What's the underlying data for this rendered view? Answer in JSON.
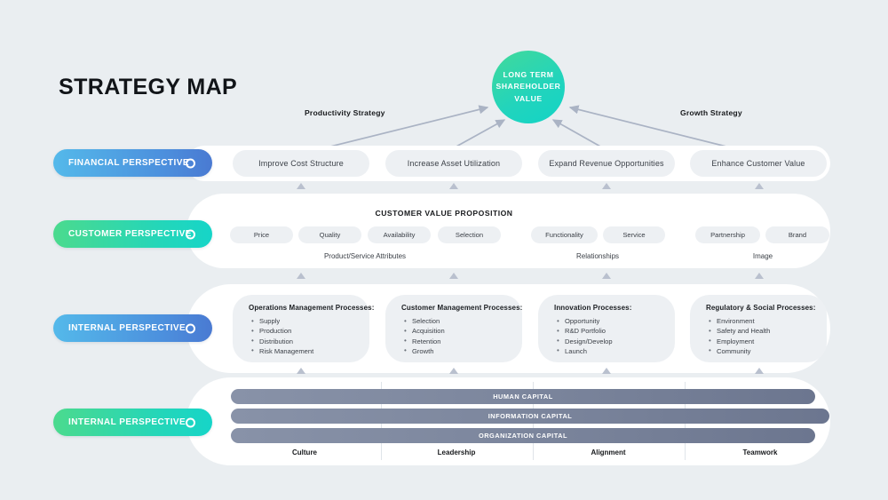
{
  "title": "STRATEGY MAP",
  "theme": {
    "background": "#eaeef1",
    "panel": "#ffffff",
    "chip": "#edf0f3",
    "blue_pill_from": "#54b9ea",
    "blue_pill_to": "#4a7ad2",
    "green_pill_from": "#4bda8e",
    "green_pill_to": "#16d5c8",
    "hub_from": "#42d99a",
    "hub_to": "#12d3c6",
    "bar_from": "#8892a8",
    "bar_to": "#6c768f",
    "arrow": "#aab3c4",
    "triangle": "#b9c0ce"
  },
  "hub": {
    "label": "LONG TERM\nSHAREHOLDER\nVALUE",
    "line1": "LONG TERM",
    "line2": "SHAREHOLDER",
    "line3": "VALUE"
  },
  "strategies": {
    "left": "Productivity Strategy",
    "right": "Growth Strategy"
  },
  "rows": {
    "financial": {
      "perspective_label": "FINANCIAL PERSPECTIVE",
      "objectives": [
        "Improve Cost Structure",
        "Increase Asset Utilization",
        "Expand Revenue Opportunities",
        "Enhance Customer Value"
      ]
    },
    "customer": {
      "perspective_label": "CUSTOMER PERSPECTIVE",
      "heading": "CUSTOMER VALUE PROPOSITION",
      "groups": [
        {
          "label": "Product/Service Attributes",
          "items": [
            "Price",
            "Quality",
            "Availability",
            "Selection"
          ]
        },
        {
          "label": "Relationships",
          "items": [
            "Functionality",
            "Service"
          ]
        },
        {
          "label": "Image",
          "items": [
            "Partnership",
            "Brand"
          ]
        }
      ]
    },
    "internal": {
      "perspective_label": "INTERNAL PERSPECTIVE",
      "cards": [
        {
          "title": "Operations Management Processes:",
          "items": [
            "Supply",
            "Production",
            "Distribution",
            "Risk Management"
          ]
        },
        {
          "title": "Customer Management Processes:",
          "items": [
            "Selection",
            "Acquisition",
            "Retention",
            "Growth"
          ]
        },
        {
          "title": "Innovation Processes:",
          "items": [
            "Opportunity",
            "R&D Portfolio",
            "Design/Develop",
            "Launch"
          ]
        },
        {
          "title": "Regulatory & Social Processes:",
          "items": [
            "Environment",
            "Safety and Health",
            "Employment",
            "Community"
          ]
        }
      ]
    },
    "learning": {
      "perspective_label": "INTERNAL PERSPECTIVE",
      "bars": [
        "HUMAN CAPITAL",
        "INFORMATION CAPITAL",
        "ORGANIZATION CAPITAL"
      ],
      "footers": [
        "Culture",
        "Leadership",
        "Alignment",
        "Teamwork"
      ]
    }
  }
}
